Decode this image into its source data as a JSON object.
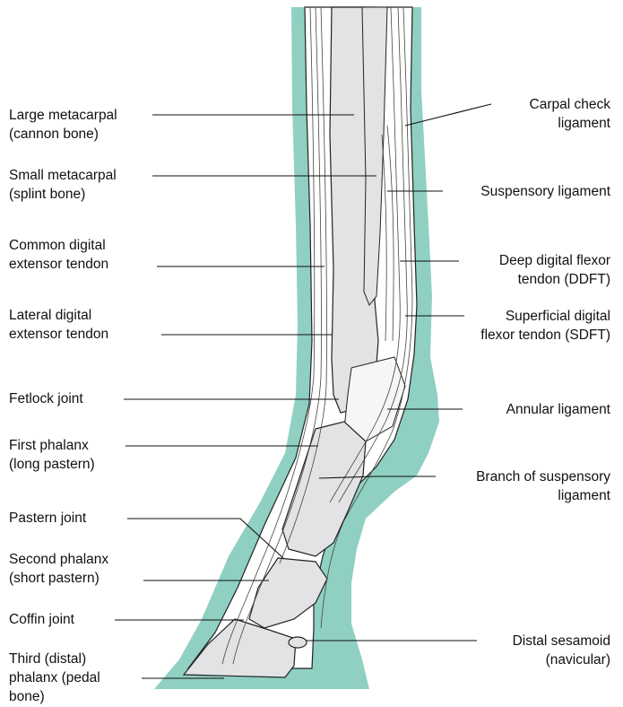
{
  "colors": {
    "skin": "#8fd0c2",
    "bone": "#e3e3e5",
    "tissue": "#ffffff",
    "outline": "#222222"
  },
  "labels_left": [
    {
      "id": "large-metacarpal",
      "lines": [
        "Large metacarpal",
        "(cannon bone)"
      ]
    },
    {
      "id": "small-metacarpal",
      "lines": [
        "Small metacarpal",
        "(splint bone)"
      ]
    },
    {
      "id": "common-digital-extensor",
      "lines": [
        "Common digital",
        "extensor tendon"
      ]
    },
    {
      "id": "lateral-digital-extensor",
      "lines": [
        "Lateral digital",
        "extensor tendon"
      ]
    },
    {
      "id": "fetlock-joint",
      "lines": [
        "Fetlock joint"
      ]
    },
    {
      "id": "first-phalanx",
      "lines": [
        "First phalanx",
        "(long pastern)"
      ]
    },
    {
      "id": "pastern-joint",
      "lines": [
        "Pastern joint"
      ]
    },
    {
      "id": "second-phalanx",
      "lines": [
        "Second phalanx",
        "(short pastern)"
      ]
    },
    {
      "id": "coffin-joint",
      "lines": [
        "Coffin joint"
      ]
    },
    {
      "id": "third-phalanx",
      "lines": [
        "Third (distal)",
        "phalanx (pedal",
        "bone)"
      ]
    }
  ],
  "labels_right": [
    {
      "id": "carpal-check-ligament",
      "lines": [
        "Carpal check",
        "ligament"
      ]
    },
    {
      "id": "suspensory-ligament",
      "lines": [
        "Suspensory ligament"
      ]
    },
    {
      "id": "ddft",
      "lines": [
        "Deep digital flexor",
        "tendon (DDFT)"
      ]
    },
    {
      "id": "sdft",
      "lines": [
        "Superficial digital",
        "flexor tendon (SDFT)"
      ]
    },
    {
      "id": "annular-ligament",
      "lines": [
        "Annular ligament"
      ]
    },
    {
      "id": "branch-suspensory",
      "lines": [
        "Branch of suspensory",
        "ligament"
      ]
    },
    {
      "id": "distal-sesamoid",
      "lines": [
        "Distal sesamoid",
        "(navicular)"
      ]
    }
  ]
}
